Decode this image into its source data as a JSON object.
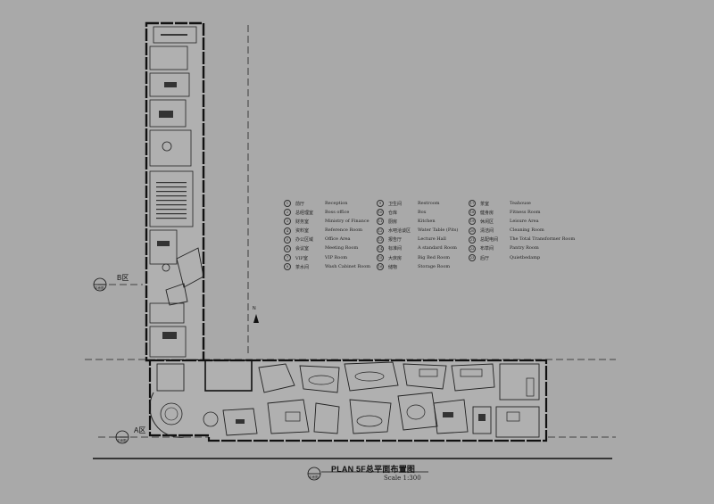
{
  "plan": {
    "title": "PLAN 5F总平面布置图",
    "scale": "Scale 1:300",
    "zone_b_label": "B区",
    "zone_a_label": "A区",
    "zone_tag": "平面图",
    "north_label": "N"
  },
  "legend": [
    [
      {
        "num": "1",
        "cn": "前厅",
        "en": "Reception"
      },
      {
        "num": "2",
        "cn": "总经理室",
        "en": "Boss office"
      },
      {
        "num": "3",
        "cn": "财务室",
        "en": "Ministry of Finance"
      },
      {
        "num": "4",
        "cn": "资料室",
        "en": "Reference Room"
      },
      {
        "num": "5",
        "cn": "办公区域",
        "en": "Office Area"
      },
      {
        "num": "6",
        "cn": "会议室",
        "en": "Meeting Room"
      },
      {
        "num": "7",
        "cn": "VIP室",
        "en": "VIP Room"
      },
      {
        "num": "8",
        "cn": "茶水间",
        "en": "Wash Cabinet Room"
      }
    ],
    [
      {
        "num": "9",
        "cn": "卫生间",
        "en": "Restroom"
      },
      {
        "num": "10",
        "cn": "仓库",
        "en": "Box"
      },
      {
        "num": "11",
        "cn": "厨房",
        "en": "Kitchen"
      },
      {
        "num": "12",
        "cn": "水吧洽谈区",
        "en": "Water Table (Pits)"
      },
      {
        "num": "13",
        "cn": "报告厅",
        "en": "Lecture Hall"
      },
      {
        "num": "14",
        "cn": "标准间",
        "en": "A standard Room"
      },
      {
        "num": "15",
        "cn": "大床房",
        "en": "Big Bed Room"
      },
      {
        "num": "16",
        "cn": "储物",
        "en": "Storage Room"
      }
    ],
    [
      {
        "num": "17",
        "cn": "茶室",
        "en": "Teahouse"
      },
      {
        "num": "18",
        "cn": "健身房",
        "en": "Fitness Room"
      },
      {
        "num": "19",
        "cn": "休闲区",
        "en": "Leisure Area"
      },
      {
        "num": "20",
        "cn": "清洁间",
        "en": "Cleaning Room"
      },
      {
        "num": "21",
        "cn": "总配电间",
        "en": "The Total Transformer Room"
      },
      {
        "num": "22",
        "cn": "布草间",
        "en": "Pantry Room"
      },
      {
        "num": "23",
        "cn": "后厅",
        "en": "Quietbedamp"
      }
    ]
  ],
  "colors": {
    "background": "#a9a9a9",
    "wall": "#1a1a1a",
    "room_fill": "#b4b4b4"
  }
}
